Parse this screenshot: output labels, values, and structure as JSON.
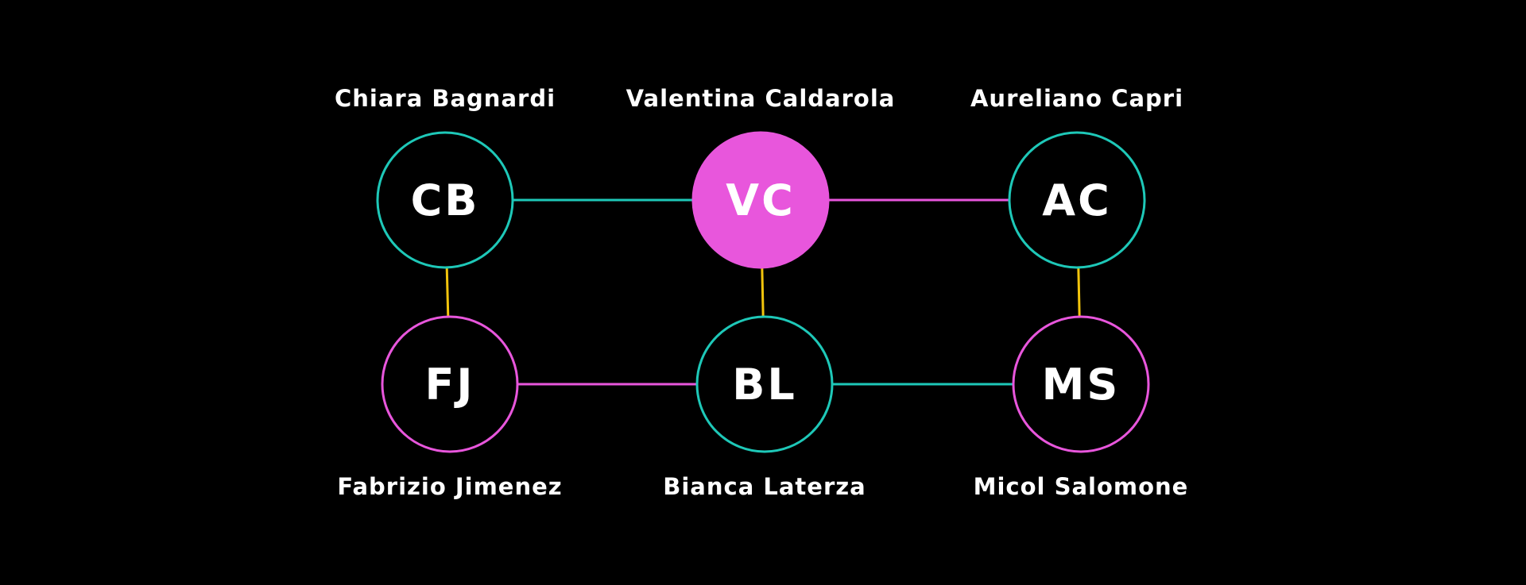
{
  "colors": {
    "background": "#000000",
    "teal": "#1ec8b8",
    "magenta": "#e856dc",
    "yellow": "#f2c40c",
    "text": "#ffffff"
  },
  "nodes": [
    {
      "id": "cb",
      "name": "Chiara Bagnardi",
      "initials": "CB",
      "ring": "teal",
      "filled": false,
      "name_position": "above"
    },
    {
      "id": "vc",
      "name": "Valentina Caldarola",
      "initials": "VC",
      "ring": "magenta",
      "filled": true,
      "name_position": "above"
    },
    {
      "id": "ac",
      "name": "Aureliano Capri",
      "initials": "AC",
      "ring": "teal",
      "filled": false,
      "name_position": "above"
    },
    {
      "id": "fj",
      "name": "Fabrizio Jimenez",
      "initials": "FJ",
      "ring": "magenta",
      "filled": false,
      "name_position": "below"
    },
    {
      "id": "bl",
      "name": "Bianca Laterza",
      "initials": "BL",
      "ring": "teal",
      "filled": false,
      "name_position": "below"
    },
    {
      "id": "ms",
      "name": "Micol Salomone",
      "initials": "MS",
      "ring": "magenta",
      "filled": false,
      "name_position": "below"
    }
  ],
  "edges": [
    {
      "from": "cb",
      "to": "vc",
      "color": "teal"
    },
    {
      "from": "vc",
      "to": "ac",
      "color": "magenta"
    },
    {
      "from": "cb",
      "to": "fj",
      "color": "yellow"
    },
    {
      "from": "vc",
      "to": "bl",
      "color": "yellow"
    },
    {
      "from": "ac",
      "to": "ms",
      "color": "yellow"
    },
    {
      "from": "fj",
      "to": "bl",
      "color": "magenta"
    },
    {
      "from": "bl",
      "to": "ms",
      "color": "teal"
    }
  ]
}
